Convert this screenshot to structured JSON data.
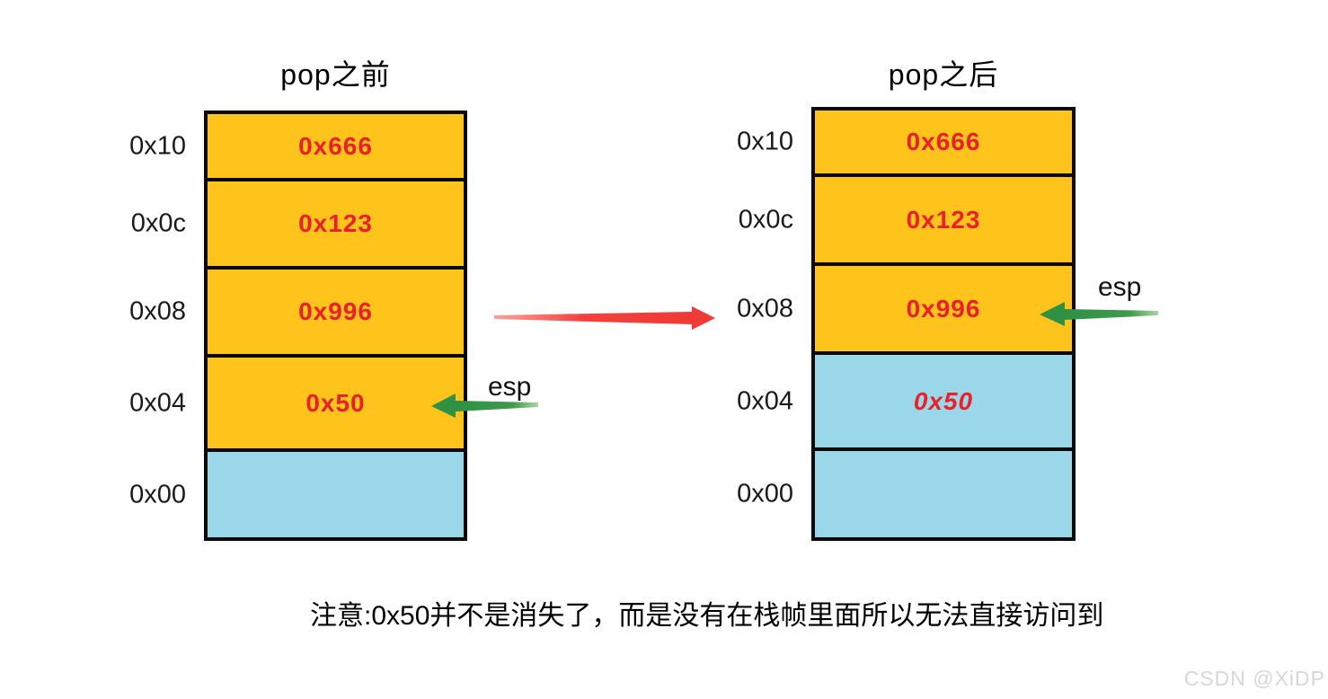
{
  "colors": {
    "cell_yellow": "#FFC41C",
    "cell_blue": "#9AD7E8",
    "value_red": "#E8212B",
    "transition_arrow_red": "#F4403C",
    "esp_arrow_green": "#2E9144",
    "border_black": "#0A0A0A",
    "watermark_gray": "#D7D7D7"
  },
  "left_stack": {
    "title": "pop之前",
    "esp_label": "esp",
    "rows": [
      {
        "address": "0x10",
        "value": "0x666",
        "fill": "yellow"
      },
      {
        "address": "0x0c",
        "value": "0x123",
        "fill": "yellow"
      },
      {
        "address": "0x08",
        "value": "0x996",
        "fill": "yellow"
      },
      {
        "address": "0x04",
        "value": "0x50",
        "fill": "yellow"
      },
      {
        "address": "0x00",
        "value": "",
        "fill": "blue"
      }
    ]
  },
  "right_stack": {
    "title": "pop之后",
    "esp_label": "esp",
    "rows": [
      {
        "address": "0x10",
        "value": "0x666",
        "fill": "yellow"
      },
      {
        "address": "0x0c",
        "value": "0x123",
        "fill": "yellow"
      },
      {
        "address": "0x08",
        "value": "0x996",
        "fill": "yellow"
      },
      {
        "address": "0x04",
        "value": "0x50",
        "fill": "blue",
        "style": "italic"
      },
      {
        "address": "0x00",
        "value": "",
        "fill": "blue"
      }
    ]
  },
  "note": "注意:0x50并不是消失了，而是没有在栈帧里面所以无法直接访问到",
  "watermark": "CSDN @XiDP"
}
